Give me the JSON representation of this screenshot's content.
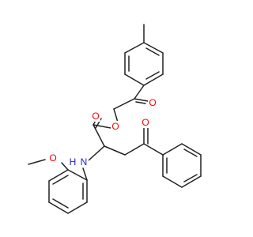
{
  "colors": {
    "bond": "#222222",
    "oxygen": "#ff0000",
    "nitrogen": "#1f1fd0",
    "hydrogen_on_n": "#1f1fd0"
  },
  "atoms": {
    "o_ketone_top": "O",
    "o_ester_carbonyl": "O",
    "o_ester_link": "O",
    "o_ketone_bottom": "O",
    "n_amine": "N",
    "h_amine": "H",
    "o_methoxy": "O"
  }
}
